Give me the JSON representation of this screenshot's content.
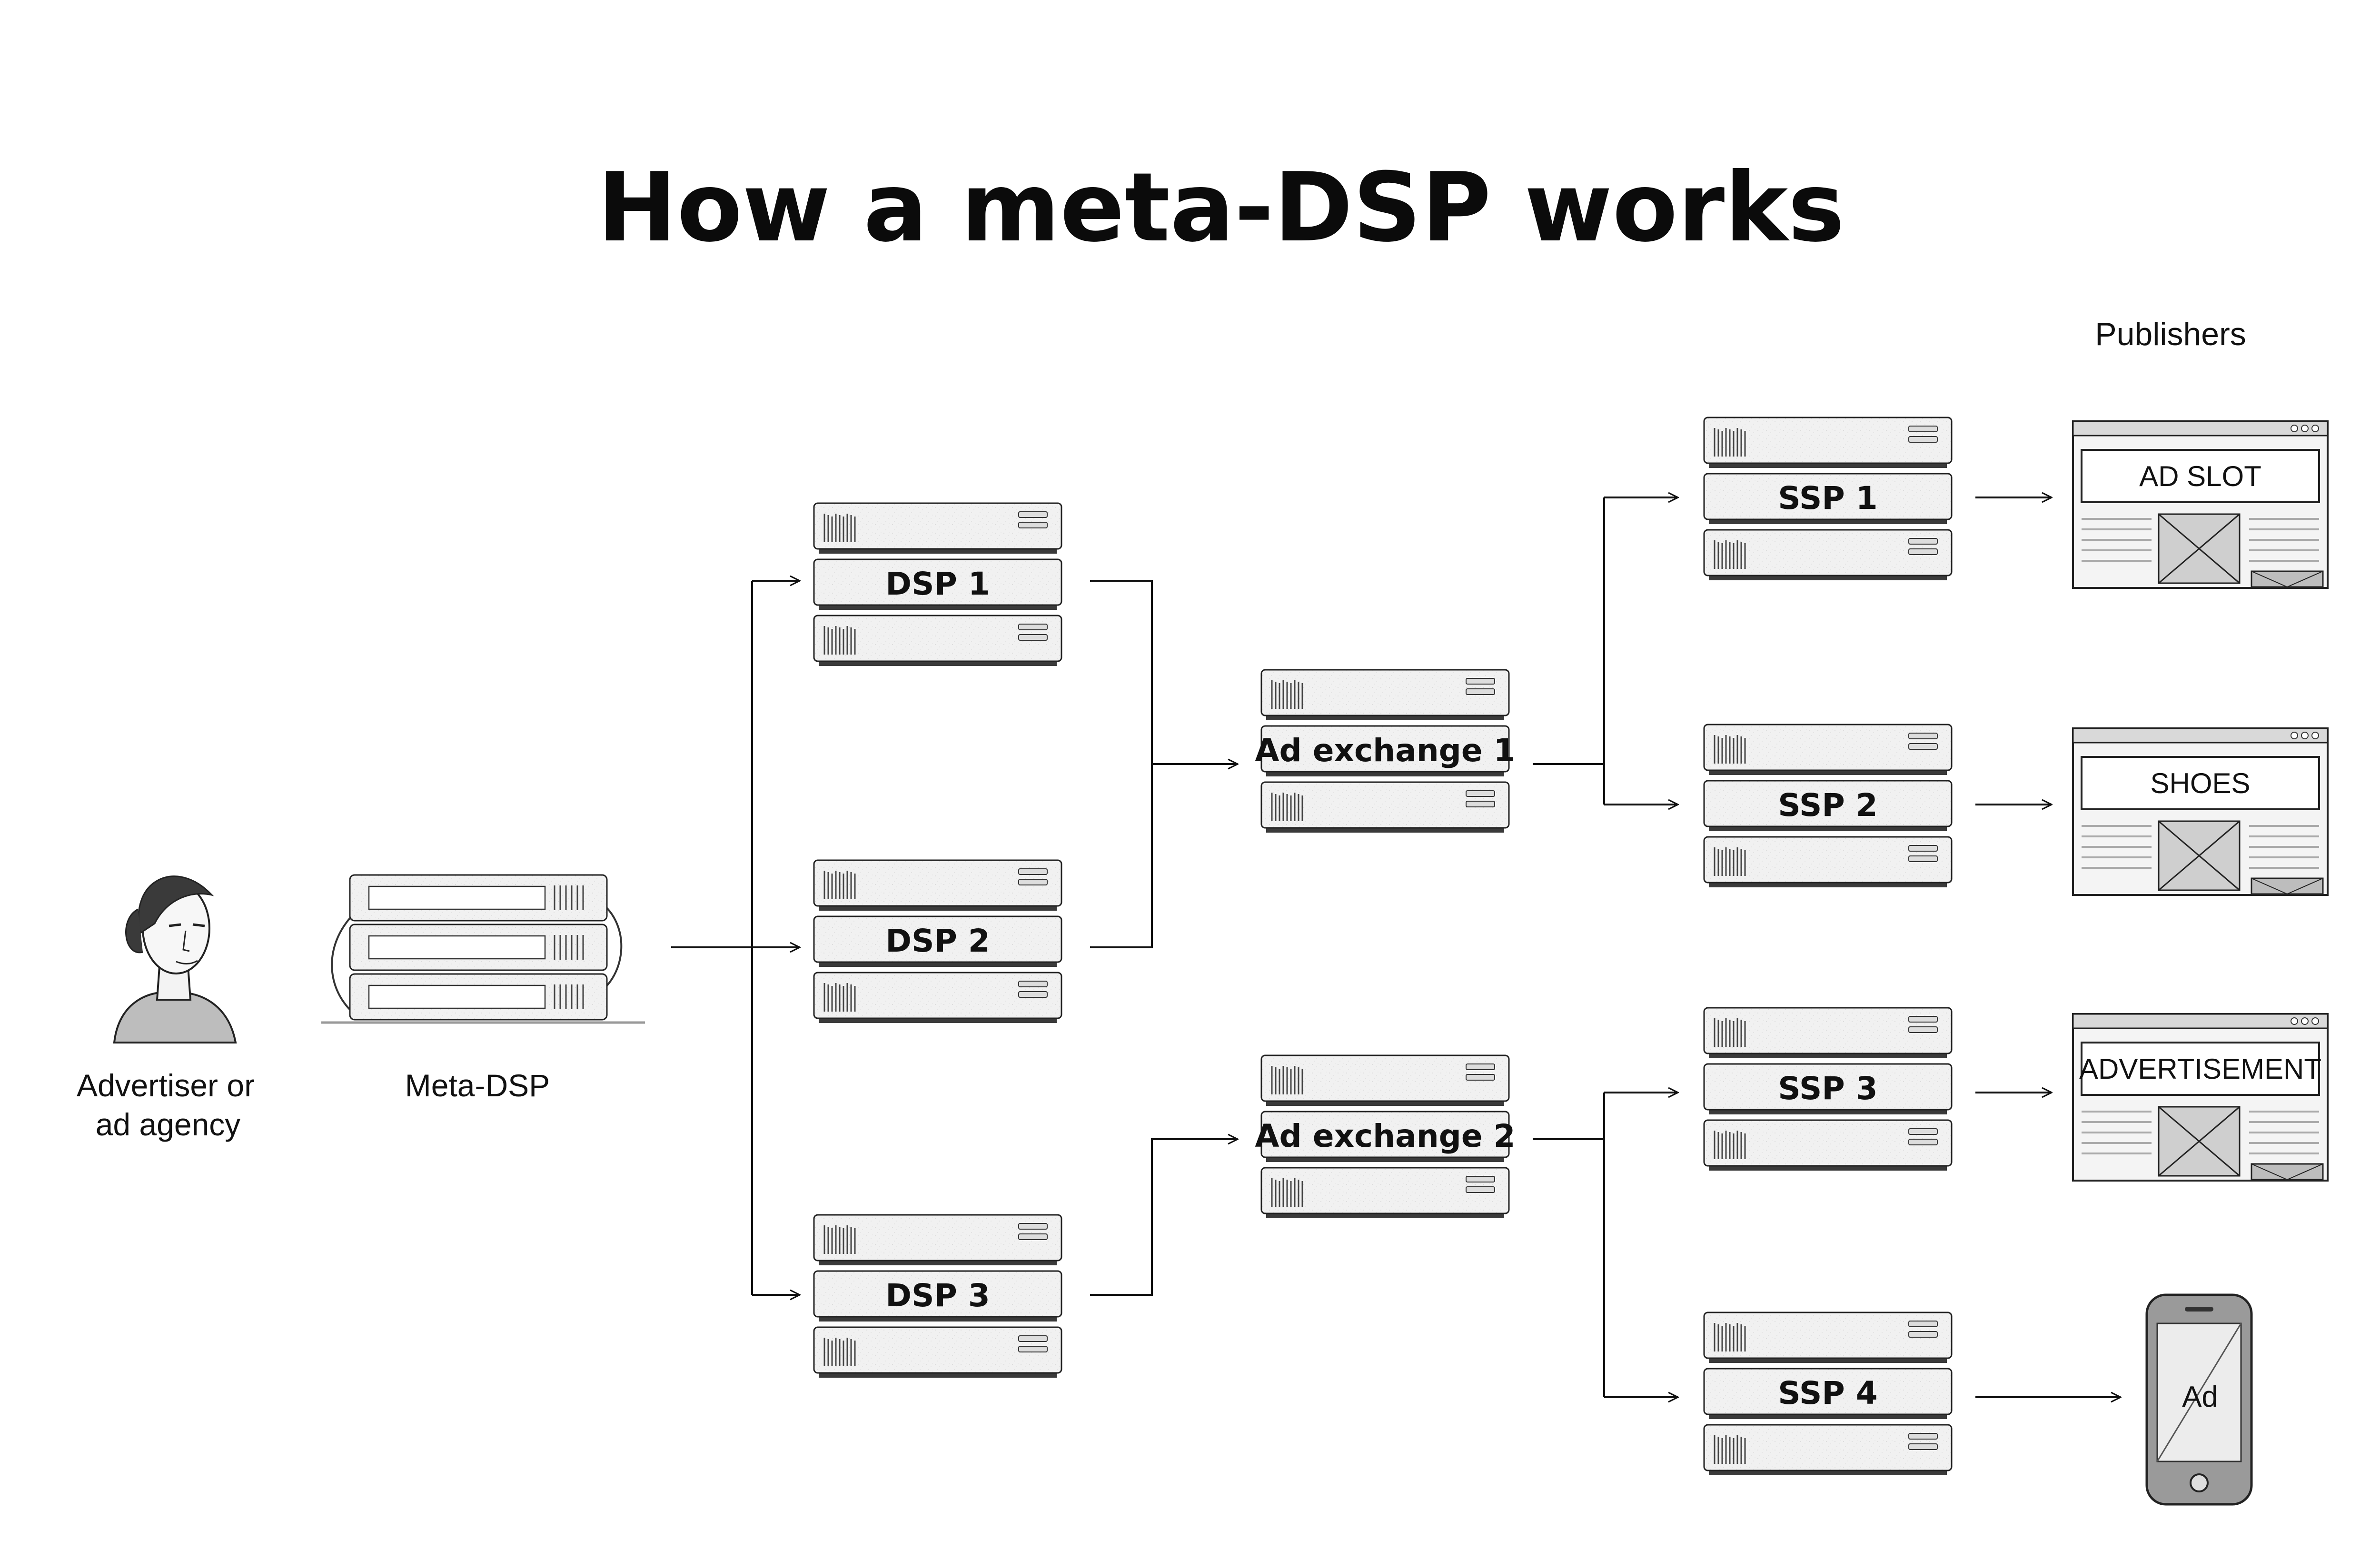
{
  "title": "How a meta-DSP works",
  "publishers_label": "Publishers",
  "advertiser": {
    "label_line1": "Advertiser or",
    "label_line2": "ad agency",
    "icon": "person-icon"
  },
  "meta_dsp": {
    "label": "Meta-DSP",
    "icon": "server-stack-icon"
  },
  "dsps": [
    {
      "id": "dsp1",
      "label": "DSP 1"
    },
    {
      "id": "dsp2",
      "label": "DSP 2"
    },
    {
      "id": "dsp3",
      "label": "DSP 3"
    }
  ],
  "exchanges": [
    {
      "id": "ex1",
      "label": "Ad exchange 1"
    },
    {
      "id": "ex2",
      "label": "Ad exchange 2"
    }
  ],
  "ssps": [
    {
      "id": "ssp1",
      "label": "SSP 1"
    },
    {
      "id": "ssp2",
      "label": "SSP 2"
    },
    {
      "id": "ssp3",
      "label": "SSP 3"
    },
    {
      "id": "ssp4",
      "label": "SSP 4"
    }
  ],
  "publishers": [
    {
      "id": "pub1",
      "type": "browser",
      "slot_text": "AD SLOT"
    },
    {
      "id": "pub2",
      "type": "browser",
      "slot_text": "SHOES"
    },
    {
      "id": "pub3",
      "type": "browser",
      "slot_text": "ADVERTISEMENT"
    },
    {
      "id": "pub4",
      "type": "phone",
      "slot_text": "Ad"
    }
  ],
  "connections": [
    {
      "from": "meta_dsp",
      "to": [
        "dsp1",
        "dsp2",
        "dsp3"
      ]
    },
    {
      "from": [
        "dsp1",
        "dsp2"
      ],
      "to": "ex1"
    },
    {
      "from": "dsp3",
      "to": "ex2"
    },
    {
      "from": "ex1",
      "to": [
        "ssp1",
        "ssp2"
      ]
    },
    {
      "from": "ex2",
      "to": [
        "ssp3",
        "ssp4"
      ]
    },
    {
      "from": "ssp1",
      "to": "pub1"
    },
    {
      "from": "ssp2",
      "to": "pub2"
    },
    {
      "from": "ssp3",
      "to": "pub3"
    },
    {
      "from": "ssp4",
      "to": "pub4"
    }
  ]
}
